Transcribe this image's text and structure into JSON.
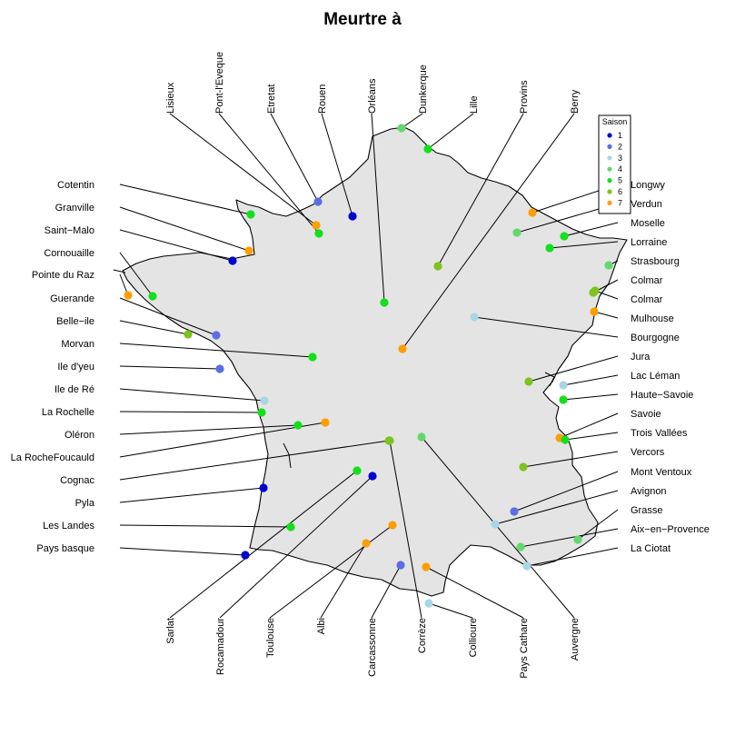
{
  "title": "Meurtre à",
  "legend": {
    "title": "Saison",
    "items": [
      {
        "season": 1,
        "label": "1",
        "color": "#0000cd"
      },
      {
        "season": 2,
        "label": "2",
        "color": "#5b6ee6"
      },
      {
        "season": 3,
        "label": "3",
        "color": "#a9d6e5"
      },
      {
        "season": 4,
        "label": "4",
        "color": "#63d86f"
      },
      {
        "season": 5,
        "label": "5",
        "color": "#13e01a"
      },
      {
        "season": 6,
        "label": "6",
        "color": "#7cc31d"
      },
      {
        "season": 7,
        "label": "7",
        "color": "#ff9e00"
      }
    ]
  },
  "places": [
    {
      "name": "Lisieux",
      "season": 7
    },
    {
      "name": "Pont-l'Eveque",
      "season": 5
    },
    {
      "name": "Etretat",
      "season": 2
    },
    {
      "name": "Rouen",
      "season": 1
    },
    {
      "name": "Orléans",
      "season": 5
    },
    {
      "name": "Dunkerque",
      "season": 4
    },
    {
      "name": "Lille",
      "season": 5
    },
    {
      "name": "Provins",
      "season": 6
    },
    {
      "name": "Berry",
      "season": 7
    },
    {
      "name": "Cotentin",
      "season": 5
    },
    {
      "name": "Granville",
      "season": 7
    },
    {
      "name": "Saint−Malo",
      "season": 1
    },
    {
      "name": "Cornouaille",
      "season": 5
    },
    {
      "name": "Pointe du Raz",
      "season": 7
    },
    {
      "name": "Guerande",
      "season": 2
    },
    {
      "name": "Belle−ile",
      "season": 6
    },
    {
      "name": "Morvan",
      "season": 5
    },
    {
      "name": "Ile d'yeu",
      "season": 2
    },
    {
      "name": "Ile de Ré",
      "season": 3
    },
    {
      "name": "La Rochelle",
      "season": 5
    },
    {
      "name": "Oléron",
      "season": 5
    },
    {
      "name": "La RocheFoucauld",
      "season": 7
    },
    {
      "name": "Cognac",
      "season": 6
    },
    {
      "name": "Pyla",
      "season": 1
    },
    {
      "name": "Les Landes",
      "season": 5
    },
    {
      "name": "Pays basque",
      "season": 1
    },
    {
      "name": "Sarlat",
      "season": 5
    },
    {
      "name": "Rocamadour",
      "season": 1
    },
    {
      "name": "Toulouse",
      "season": 7
    },
    {
      "name": "Albi",
      "season": 7
    },
    {
      "name": "Carcassonne",
      "season": 2
    },
    {
      "name": "Corrèze",
      "season": 6
    },
    {
      "name": "Collioure",
      "season": 3
    },
    {
      "name": "Pays Cathare",
      "season": 7
    },
    {
      "name": "Auvergne",
      "season": 4
    },
    {
      "name": "Longwy",
      "season": 7
    },
    {
      "name": "Verdun",
      "season": 4
    },
    {
      "name": "Moselle",
      "season": 5
    },
    {
      "name": "Lorraine",
      "season": 5
    },
    {
      "name": "Strasbourg",
      "season": 4
    },
    {
      "name": "Colmar",
      "season": 6
    },
    {
      "name": "Colmar",
      "season": 6
    },
    {
      "name": "Mulhouse",
      "season": 7
    },
    {
      "name": "Bourgogne",
      "season": 3
    },
    {
      "name": "Jura",
      "season": 6
    },
    {
      "name": "Lac Léman",
      "season": 3
    },
    {
      "name": "Haute−Savoie",
      "season": 5
    },
    {
      "name": "Savoie",
      "season": 7
    },
    {
      "name": "Trois Vallées",
      "season": 5
    },
    {
      "name": "Vercors",
      "season": 6
    },
    {
      "name": "Mont Ventoux",
      "season": 2
    },
    {
      "name": "Avignon",
      "season": 3
    },
    {
      "name": "Grasse",
      "season": 4
    },
    {
      "name": "Aix−en−Provence",
      "season": 4
    },
    {
      "name": "La Ciotat",
      "season": 3
    }
  ]
}
